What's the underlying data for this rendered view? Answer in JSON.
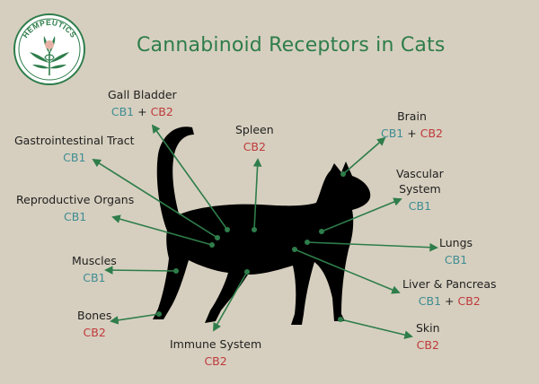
{
  "title": "Cannabinoid Receptors in Cats",
  "logo_text": "HEMPEUTICS",
  "colors": {
    "background": "#d6cfbf",
    "title": "#2e7d4a",
    "arrow": "#2e7d4a",
    "cb1": "#3f8c93",
    "cb2": "#c0393b",
    "silhouette": "#000000"
  },
  "organs": [
    {
      "id": "gall-bladder",
      "name": "Gall Bladder",
      "receptors": [
        "CB1",
        "CB2"
      ]
    },
    {
      "id": "spleen",
      "name": "Spleen",
      "receptors": [
        "CB2"
      ]
    },
    {
      "id": "brain",
      "name": "Brain",
      "receptors": [
        "CB1",
        "CB2"
      ]
    },
    {
      "id": "gastrointestinal-tract",
      "name": "Gastrointestinal Tract",
      "receptors": [
        "CB1"
      ]
    },
    {
      "id": "vascular-system",
      "name": "Vascular System",
      "name_lines": [
        "Vascular",
        "System"
      ],
      "receptors": [
        "CB1"
      ]
    },
    {
      "id": "reproductive-organs",
      "name": "Reproductive Organs",
      "receptors": [
        "CB1"
      ]
    },
    {
      "id": "lungs",
      "name": "Lungs",
      "receptors": [
        "CB1"
      ]
    },
    {
      "id": "muscles",
      "name": "Muscles",
      "receptors": [
        "CB1"
      ]
    },
    {
      "id": "liver-pancreas",
      "name": "Liver & Pancreas",
      "receptors": [
        "CB1",
        "CB2"
      ]
    },
    {
      "id": "bones",
      "name": "Bones",
      "receptors": [
        "CB2"
      ]
    },
    {
      "id": "skin",
      "name": "Skin",
      "receptors": [
        "CB2"
      ]
    },
    {
      "id": "immune-system",
      "name": "Immune System",
      "receptors": [
        "CB2"
      ]
    }
  ]
}
